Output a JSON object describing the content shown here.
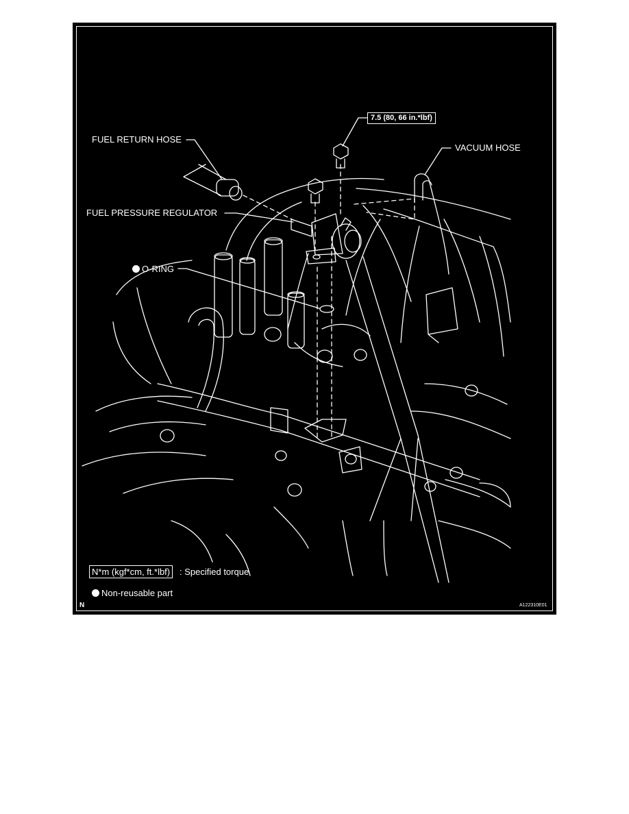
{
  "labels": {
    "fuel_return_hose": "FUEL RETURN HOSE",
    "vacuum_hose": "VACUUM HOSE",
    "fuel_pressure_regulator": "FUEL PRESSURE REGULATOR",
    "o_ring": "O-RING",
    "torque_value": "7.5 (80, 66 in.*lbf)"
  },
  "legend": {
    "torque_unit": "N*m (kgf*cm, ft.*lbf)",
    "torque_desc": ": Specified torque",
    "non_reusable": "Non-reusable part"
  },
  "footer": {
    "orientation_mark": "N",
    "figure_code": "A122310E01"
  },
  "colors": {
    "background": "#000000",
    "line": "#ffffff",
    "page": "#ffffff"
  }
}
